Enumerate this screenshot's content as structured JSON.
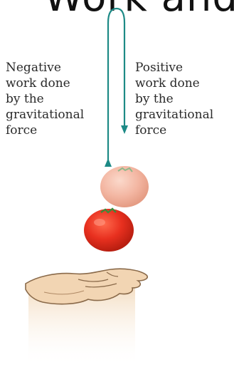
{
  "title": "Work and",
  "labels": {
    "left": [
      "Negative",
      "work done",
      "by the",
      "gravitational",
      "force"
    ],
    "right": [
      "Positive",
      "work done",
      "by the",
      "gravitational",
      "force"
    ]
  },
  "colors": {
    "arrow": "#1d8a86",
    "tomato_bright": "#e8301f",
    "tomato_faded": "#f3b6a2",
    "hand": "#f2d5b3"
  }
}
